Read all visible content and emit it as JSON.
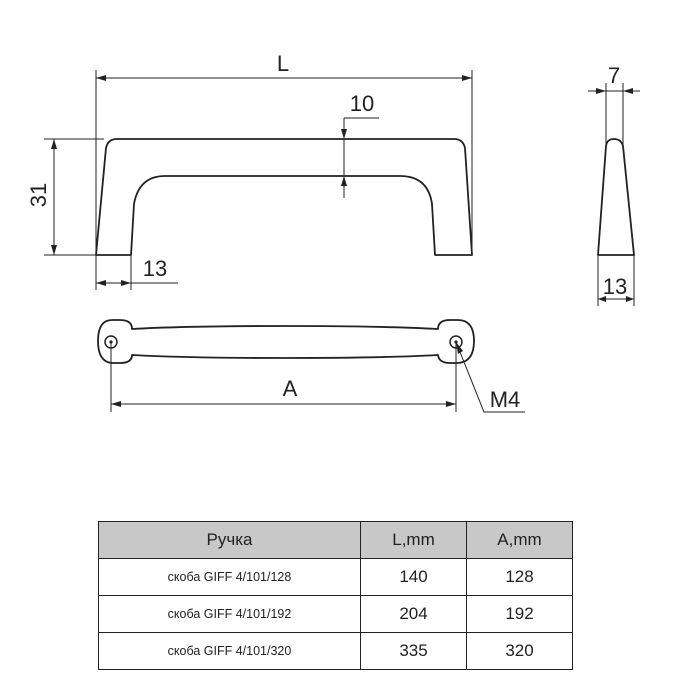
{
  "dimensions": {
    "length": "L",
    "height": "31",
    "thickness_top": "10",
    "foot_width": "13",
    "side_width_top": "7",
    "side_width_bottom": "13",
    "hole_spacing": "A",
    "thread": "M4"
  },
  "table": {
    "headers": [
      "Ручка",
      "L,mm",
      "A,mm"
    ],
    "rows": [
      {
        "name": "скоба GIFF 4/101/128",
        "L": "140",
        "A": "128"
      },
      {
        "name": "скоба GIFF 4/101/192",
        "L": "204",
        "A": "192"
      },
      {
        "name": "скоба GIFF 4/101/320",
        "L": "335",
        "A": "320"
      }
    ]
  }
}
